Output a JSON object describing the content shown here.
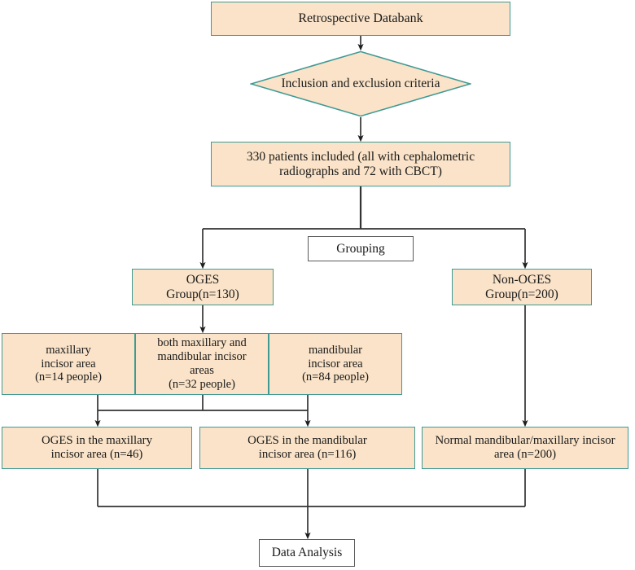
{
  "figure": {
    "type": "flowchart",
    "title": "Study participant selection and grouping flowchart",
    "colors": {
      "node_fill": "#fae3c8",
      "node_border": "#3f9a94",
      "plain_fill": "#ffffff",
      "plain_border": "#5a5a5a",
      "connector": "#333333",
      "background": "#ffffff",
      "text": "#1a1a1a"
    }
  },
  "nodes": {
    "databank": {
      "label": "Retrospective Databank",
      "shape": "rectangle"
    },
    "criteria": {
      "label": "Inclusion and exclusion criteria",
      "shape": "diamond"
    },
    "patients": {
      "label": "330 patients included (all with cephalometric\nradiographs and 72 with CBCT)",
      "shape": "rectangle",
      "n": 330,
      "cbct": 72
    },
    "grouping": {
      "label": "Grouping",
      "shape": "rectangle-plain"
    },
    "oges_group": {
      "label": "OGES\nGroup(n=130)",
      "shape": "rectangle",
      "n": 130
    },
    "non_oges_group": {
      "label": "Non-OGES\nGroup(n=200)",
      "shape": "rectangle",
      "n": 200
    },
    "maxillary_area": {
      "label": "maxillary\nincisor area\n(n=14 people)",
      "shape": "rectangle",
      "n": 14
    },
    "both_areas": {
      "label": "both maxillary and\nmandibular  incisor\nareas\n(n=32 people)",
      "shape": "rectangle",
      "n": 32
    },
    "mandibular_area": {
      "label": "mandibular\nincisor area\n(n=84 people)",
      "shape": "rectangle",
      "n": 84
    },
    "result_maxillary": {
      "label": "OGES  in the maxillary\nincisor area  (n=46)",
      "shape": "rectangle",
      "n": 46
    },
    "result_mandibular": {
      "label": "OGES in the mandibular\nincisor area  (n=116)",
      "shape": "rectangle",
      "n": 116
    },
    "result_normal": {
      "label": "Normal mandibular/maxillary incisor\narea (n=200)",
      "shape": "rectangle",
      "n": 200
    },
    "data_analysis": {
      "label": "Data Analysis",
      "shape": "rectangle-plain"
    }
  },
  "edges": [
    {
      "from": "databank",
      "to": "criteria",
      "arrow": true
    },
    {
      "from": "criteria",
      "to": "patients",
      "arrow": true
    },
    {
      "from": "patients",
      "to": "oges_group",
      "arrow": true
    },
    {
      "from": "patients",
      "to": "non_oges_group",
      "arrow": true
    },
    {
      "from": "oges_group",
      "to": "maxillary_area",
      "arrow": true
    },
    {
      "from": "maxillary_area",
      "to": "result_maxillary",
      "arrow": true
    },
    {
      "from": "both_areas",
      "to": "result_maxillary",
      "arrow": true
    },
    {
      "from": "both_areas",
      "to": "result_mandibular",
      "arrow": true
    },
    {
      "from": "mandibular_area",
      "to": "result_mandibular",
      "arrow": true
    },
    {
      "from": "non_oges_group",
      "to": "result_normal",
      "arrow": true
    },
    {
      "from": "result_maxillary",
      "to": "data_analysis",
      "arrow": true
    },
    {
      "from": "result_mandibular",
      "to": "data_analysis",
      "arrow": true
    },
    {
      "from": "result_normal",
      "to": "data_analysis",
      "arrow": true
    }
  ]
}
